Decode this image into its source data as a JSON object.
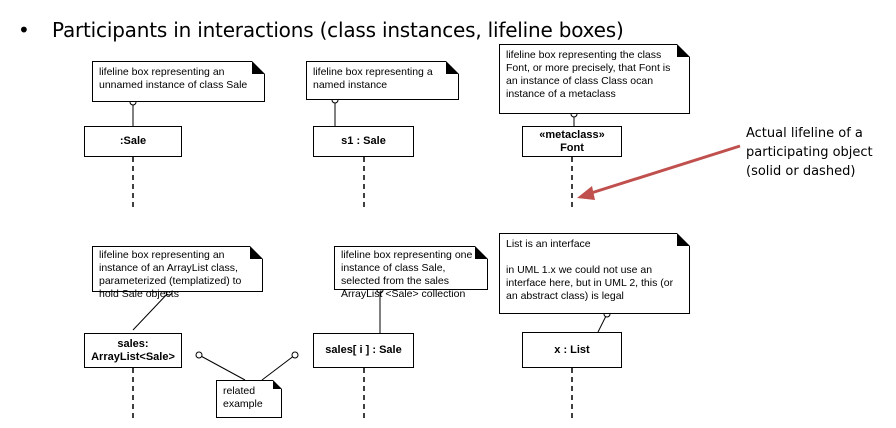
{
  "heading": {
    "bullet": "•",
    "text": "Participants in interactions (class instances, lifeline boxes)"
  },
  "notes": {
    "unnamed": "lifeline box representing an unnamed instance of class Sale",
    "named": "lifeline box representing a named instance",
    "metaclass": "lifeline box representing the class Font, or more precisely, that Font is an instance of class Class ocan instance of a metaclass",
    "arraylist": "lifeline box representing an instance of an ArrayList class, parameterized (templatized) to hold Sale objects",
    "selected": "lifeline box representing one instance of class Sale, selected from the sales ArrayList <Sale> collection",
    "interface_line1": "List is an interface",
    "interface_line2": "in UML 1.x we could not use an interface here, but in UML 2, this (or an abstract class) is legal",
    "related": "related example"
  },
  "lifelines": {
    "sale": ":Sale",
    "s1": "s1 : Sale",
    "font_stereotype": "«metaclass»",
    "font_name": "Font",
    "sales_line1": "sales:",
    "sales_line2": "ArrayList<Sale>",
    "sales_i": "sales[ i ] : Sale",
    "xlist": "x : List"
  },
  "annotation": {
    "line1": "Actual lifeline of a",
    "line2": "participating object",
    "line3": "(solid or dashed)",
    "arrow_color": "#c0504d"
  }
}
